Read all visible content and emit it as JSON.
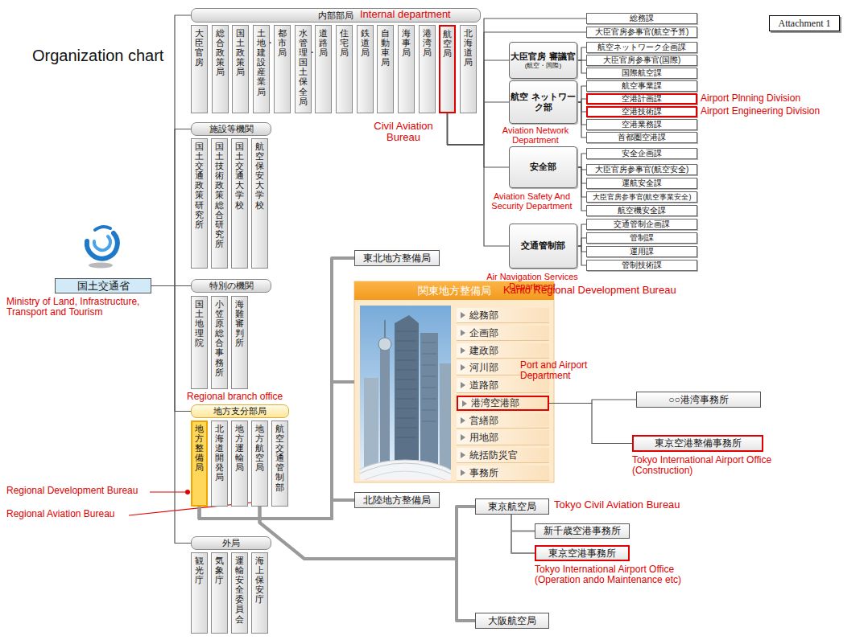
{
  "diagram": {
    "title": "Organization chart",
    "nodes": [
      {
        "text": [
          "内部部局"
        ]
      },
      {
        "text": [
          "大臣官房"
        ]
      },
      {
        "text": [
          "総合政策局"
        ]
      },
      {
        "text": [
          "国土政策局"
        ]
      },
      {
        "text": [
          "土地・建設産業局"
        ]
      },
      {
        "text": [
          "都市局"
        ]
      },
      {
        "text": [
          "水管理・国土保全局"
        ]
      },
      {
        "text": [
          "道路局"
        ]
      },
      {
        "text": [
          "住宅局"
        ]
      },
      {
        "text": [
          "鉄道局"
        ]
      },
      {
        "text": [
          "自動車局"
        ]
      },
      {
        "text": [
          "海事局"
        ]
      },
      {
        "text": [
          "港湾局"
        ]
      },
      {
        "text": [
          "航空局"
        ]
      },
      {
        "text": [
          "北海道局"
        ]
      },
      {
        "text": [
          "総務課"
        ]
      },
      {
        "text": [
          "大臣官房参事官(航空予算)"
        ]
      },
      {
        "text": [
          "大臣官房 審議官",
          "(航空・国際)"
        ]
      },
      {
        "text": [
          "航空 ネットワーク部"
        ]
      },
      {
        "text": [
          "航空ネットワーク企画課"
        ]
      },
      {
        "text": [
          "大臣官房参事官(国際)"
        ]
      },
      {
        "text": [
          "国際航空課"
        ]
      },
      {
        "text": [
          "航空事業課"
        ]
      },
      {
        "text": [
          "空港計画課"
        ]
      },
      {
        "text": [
          "空港技術課"
        ]
      },
      {
        "text": [
          "空港業務課"
        ]
      },
      {
        "text": [
          "首都圏空港課"
        ]
      },
      {
        "text": [
          "安全部"
        ]
      },
      {
        "text": [
          "安全企画課"
        ]
      },
      {
        "text": [
          "大臣官房参事官(航空安全)"
        ]
      },
      {
        "text": [
          "運航安全課"
        ]
      },
      {
        "text": [
          "大臣官房参事官(航空事業安全)"
        ]
      },
      {
        "text": [
          "航空機安全課"
        ]
      },
      {
        "text": [
          "交通管制部"
        ]
      },
      {
        "text": [
          "交通管制企画課"
        ]
      },
      {
        "text": [
          "管制課"
        ]
      },
      {
        "text": [
          "運用課"
        ]
      },
      {
        "text": [
          "管制技術課"
        ]
      },
      {
        "text": [
          "Attachment 1"
        ]
      },
      {
        "text": [
          "施設等機関"
        ]
      },
      {
        "text": [
          "国土交通政策研究所"
        ]
      },
      {
        "text": [
          "国土技術政策総合研究所"
        ]
      },
      {
        "text": [
          "国土交通大学校"
        ]
      },
      {
        "text": [
          "航空保安大学校"
        ]
      },
      {
        "text": [
          "国土交通省"
        ]
      },
      {
        "text": [
          "特別の機関"
        ]
      },
      {
        "text": [
          "国土地理院"
        ]
      },
      {
        "text": [
          "小笠原総合事務所"
        ]
      },
      {
        "text": [
          "海難審判所"
        ]
      },
      {
        "text": [
          "東北地方整備局"
        ]
      },
      {
        "text": [
          "関東地方整備局"
        ]
      },
      {
        "text": [
          "総務部"
        ],
        "in": 50
      },
      {
        "text": [
          "企画部"
        ],
        "in": 50
      },
      {
        "text": [
          "建政部"
        ],
        "in": 50
      },
      {
        "text": [
          "河川部"
        ],
        "in": 50
      },
      {
        "text": [
          "道路部"
        ],
        "in": 50
      },
      {
        "text": [
          "港湾空港部"
        ],
        "in": 50
      },
      {
        "text": [
          "営繕部"
        ],
        "in": 50
      },
      {
        "text": [
          "用地部"
        ],
        "in": 50
      },
      {
        "text": [
          "統括防災官"
        ],
        "in": 50
      },
      {
        "text": [
          "事務所"
        ],
        "in": 50
      },
      {
        "text": [
          "○○港湾事務所"
        ]
      },
      {
        "text": [
          "東京空港整備事務所"
        ]
      },
      {
        "text": [
          "地方支分部局"
        ]
      },
      {
        "text": [
          "地方整備局"
        ]
      },
      {
        "text": [
          "北海道開発局"
        ]
      },
      {
        "text": [
          "地方運輸局"
        ]
      },
      {
        "text": [
          "地方航空局"
        ]
      },
      {
        "text": [
          "航空交通管制部"
        ]
      },
      {
        "text": [
          "北陸地方整備局"
        ]
      },
      {
        "text": [
          "東京航空局"
        ]
      },
      {
        "text": [
          "新千歳空港事務所"
        ]
      },
      {
        "text": [
          "東京空港事務所"
        ]
      },
      {
        "text": [
          "外局"
        ]
      },
      {
        "text": [
          "観光庁"
        ]
      },
      {
        "text": [
          "気象庁"
        ]
      },
      {
        "text": [
          "運輸安全委員会"
        ]
      },
      {
        "text": [
          "海上保安庁"
        ]
      },
      {
        "text": [
          "大阪航空局"
        ]
      }
    ],
    "edges": [
      {
        "from": 44,
        "to": 0,
        "arrow": "none"
      },
      {
        "from": 44,
        "to": 39,
        "arrow": "none"
      },
      {
        "from": 44,
        "to": 45,
        "arrow": "none"
      },
      {
        "from": 44,
        "to": 63,
        "arrow": "none"
      },
      {
        "from": 44,
        "to": 73,
        "arrow": "none"
      },
      {
        "from": 13,
        "to": 15,
        "arrow": "none"
      },
      {
        "from": 13,
        "to": 16,
        "arrow": "none"
      },
      {
        "from": 13,
        "to": 17,
        "arrow": "none"
      },
      {
        "from": 13,
        "to": 18,
        "arrow": "none"
      },
      {
        "from": 13,
        "to": 27,
        "arrow": "none"
      },
      {
        "from": 13,
        "to": 33,
        "arrow": "none"
      },
      {
        "from": 17,
        "to": 19,
        "arrow": "none"
      },
      {
        "from": 17,
        "to": 20,
        "arrow": "none"
      },
      {
        "from": 17,
        "to": 21,
        "arrow": "none"
      },
      {
        "from": 18,
        "to": 22,
        "arrow": "none"
      },
      {
        "from": 18,
        "to": 23,
        "arrow": "none"
      },
      {
        "from": 18,
        "to": 24,
        "arrow": "none"
      },
      {
        "from": 18,
        "to": 25,
        "arrow": "none"
      },
      {
        "from": 18,
        "to": 26,
        "arrow": "none"
      },
      {
        "from": 27,
        "to": 28,
        "arrow": "none"
      },
      {
        "from": 27,
        "to": 29,
        "arrow": "none"
      },
      {
        "from": 27,
        "to": 30,
        "arrow": "none"
      },
      {
        "from": 27,
        "to": 31,
        "arrow": "none"
      },
      {
        "from": 27,
        "to": 32,
        "arrow": "none"
      },
      {
        "from": 33,
        "to": 34,
        "arrow": "none"
      },
      {
        "from": 33,
        "to": 35,
        "arrow": "none"
      },
      {
        "from": 33,
        "to": 36,
        "arrow": "none"
      },
      {
        "from": 33,
        "to": 37,
        "arrow": "none"
      },
      {
        "from": 64,
        "to": 49,
        "arrow": "none"
      },
      {
        "from": 64,
        "to": 50,
        "arrow": "none"
      },
      {
        "from": 64,
        "to": 69,
        "arrow": "none"
      },
      {
        "from": 56,
        "to": 61,
        "arrow": "none"
      },
      {
        "from": 56,
        "to": 62,
        "arrow": "none"
      },
      {
        "from": 67,
        "to": 70,
        "arrow": "none"
      },
      {
        "from": 67,
        "to": 78,
        "arrow": "none"
      },
      {
        "from": 70,
        "to": 71,
        "arrow": "none"
      },
      {
        "from": 70,
        "to": 72,
        "arrow": "none"
      }
    ],
    "labels": [
      "Internal department",
      "Airport Plnning Division",
      "Airport Engineering Division",
      "Civil Aviation Bureau",
      "Aviation Network Department",
      "Aviation Safety And Security Department",
      "Air Navigation Services Department",
      "Ministry of Land, Infrastructure, Transport and Tourism",
      "Kanto Regional Development Bureau",
      "Port and Airport Department",
      "Regional branch office",
      "Regional Development Bureau",
      "Regional Aviation Bureau",
      "Tokyo International Airport Office (Construction)",
      "Tokyo Civil Aviation Bureau",
      "Tokyo International Airport Office (Operation ando Maintenance etc)"
    ]
  }
}
